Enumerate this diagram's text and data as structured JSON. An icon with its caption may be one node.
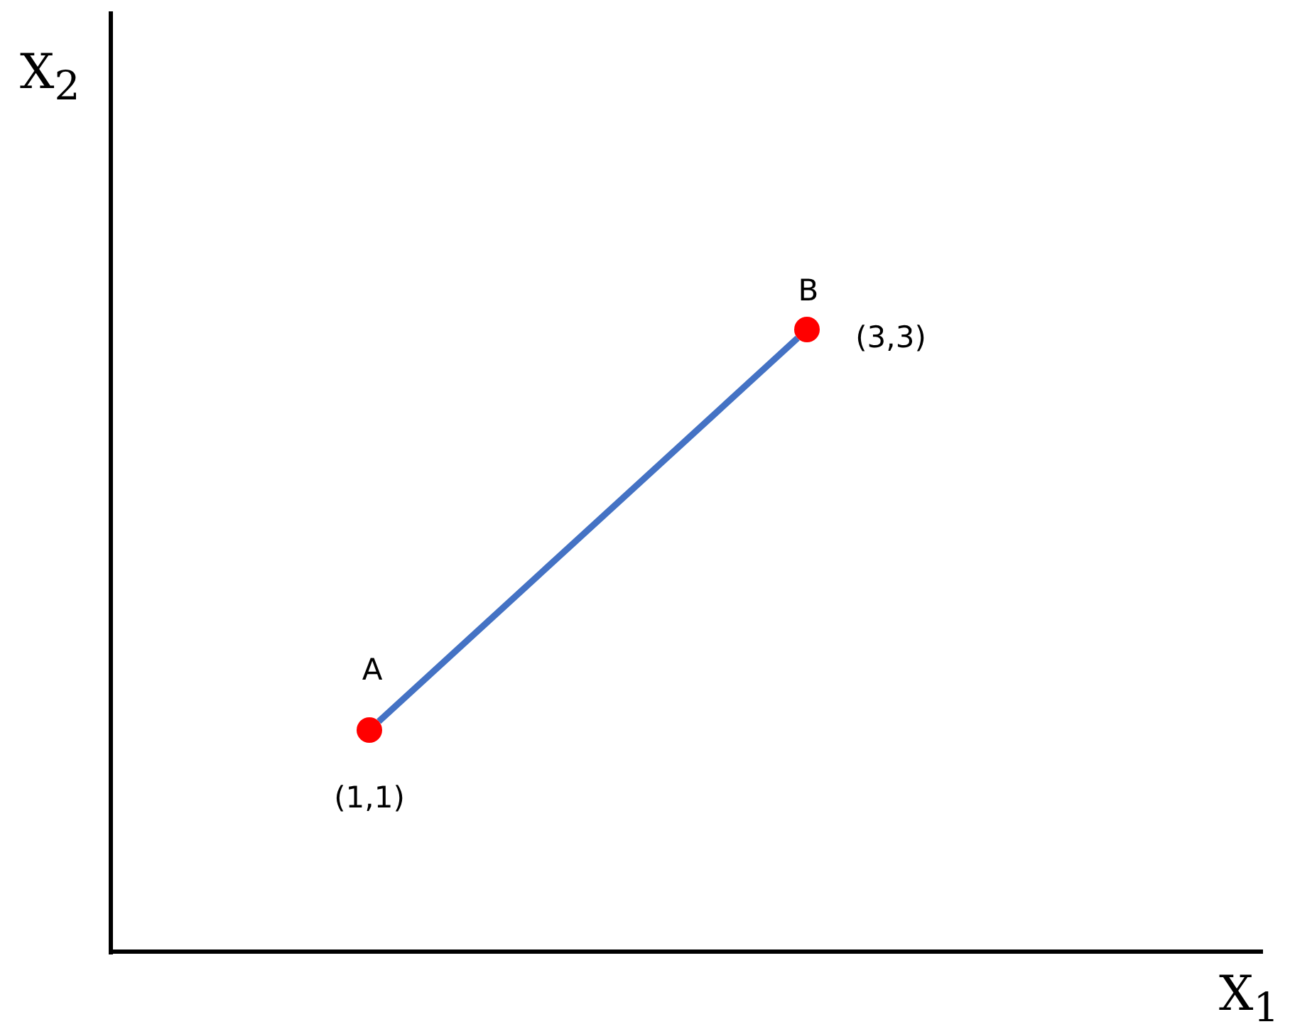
{
  "diagram": {
    "nodes": [
      {
        "text": [
          "A"
        ],
        "beside": [
          "(1,1)"
        ]
      },
      {
        "text": [
          "B"
        ],
        "beside": [
          "(3,3)"
        ]
      }
    ],
    "edges": [
      {
        "from": 0,
        "to": 1,
        "arrow": "none",
        "color": "#4472c4"
      }
    ],
    "labels": [
      "X$_{2}$",
      "X$_{1}$"
    ]
  }
}
